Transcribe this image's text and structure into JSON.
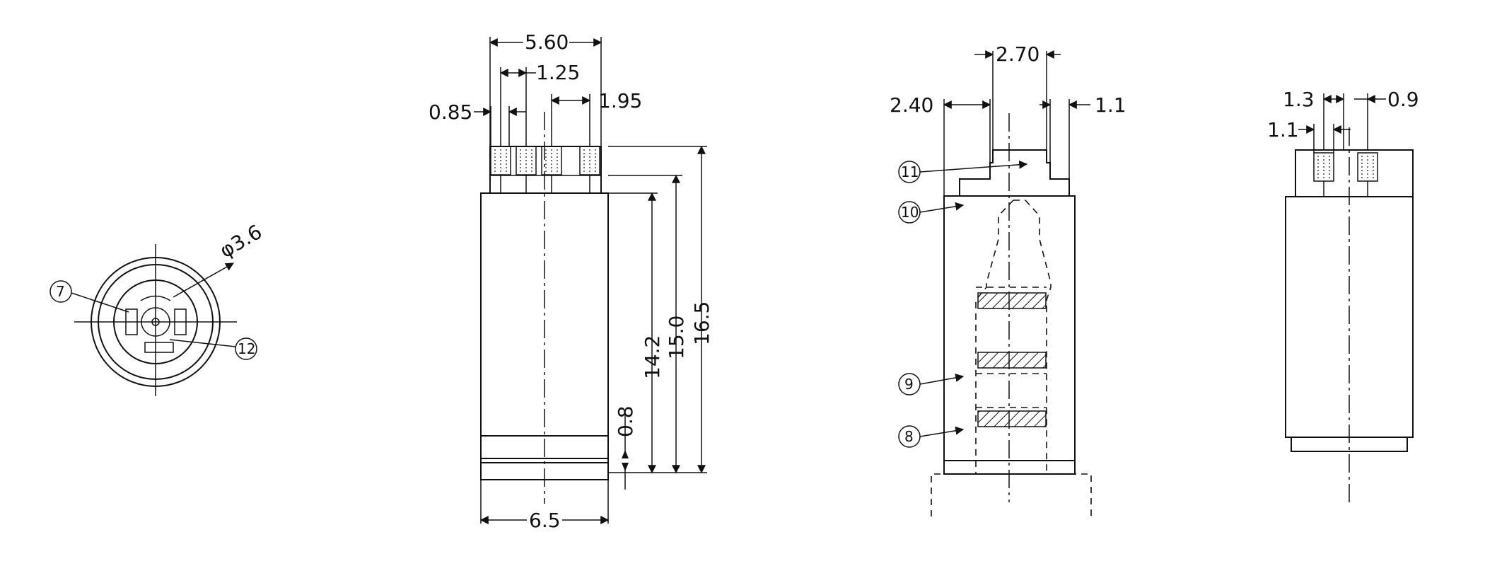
{
  "dimensions": {
    "front_circle_diameter": "φ3.6",
    "side_total_width": "5.60",
    "side_slot_1": "1.25",
    "side_slot_2": "1.95",
    "side_left_offset": "0.85",
    "side_body_width": "6.5",
    "side_height_1": "14.2",
    "side_height_2": "15.0",
    "side_height_3": "16.5",
    "side_bottom_ring": "0.8",
    "section_top_width": "2.70",
    "section_left": "2.40",
    "section_right": "1.1",
    "rear_left_1": "1.3",
    "rear_right": "0.9",
    "rear_left_2": "1.1"
  },
  "callouts": {
    "c7": "7",
    "c8": "8",
    "c9": "9",
    "c10": "10",
    "c11": "11",
    "c12": "12"
  },
  "icons": {
    "front_view": "jack-front-view-icon",
    "side_view": "jack-side-view-icon",
    "section_view": "jack-section-view-icon",
    "rear_view": "jack-rear-view-icon"
  }
}
